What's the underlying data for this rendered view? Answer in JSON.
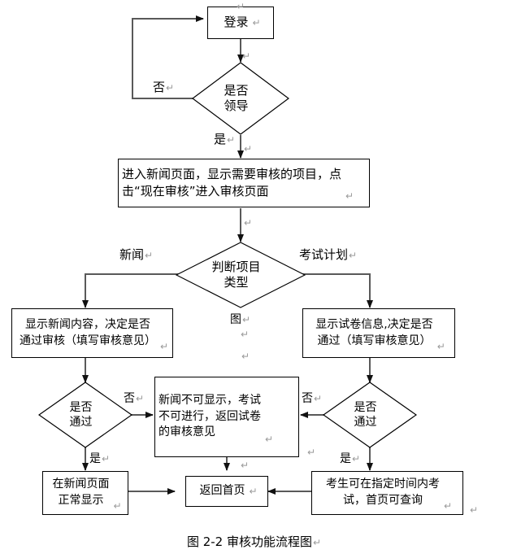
{
  "figure": {
    "caption": "图 2-2  审核功能流程图",
    "caption_pilcrow": "↵",
    "type": "flowchart",
    "language": "zh-CN",
    "colors": {
      "stroke": "#000000",
      "connector": "#595959",
      "text": "#000000",
      "pilcrow": "#9a9a9a",
      "background": "#ffffff"
    }
  },
  "nodes": {
    "login": {
      "label": "登录",
      "shape": "process",
      "pilcrow": "↵"
    },
    "is_leader": {
      "label": "是否\n领导",
      "shape": "decision",
      "pilcrow": "↵"
    },
    "enter_news_page": {
      "label": "进入新闻页面，显示需要审核的项目，点\n击“现在审核”进入审核页面",
      "shape": "process",
      "pilcrow": "↵"
    },
    "judge_type": {
      "label": "判断项目\n类型",
      "shape": "decision",
      "pilcrow": "↵"
    },
    "show_news": {
      "label": "显示新闻内容，决定是否\n通过审核（填写审核意见）",
      "shape": "process",
      "pilcrow": "↵"
    },
    "show_exam": {
      "label": "显示试卷信息,决定是否\n通过（填写审核意见）",
      "shape": "process",
      "pilcrow": "↵"
    },
    "news_pass": {
      "label": "是否\n通过",
      "shape": "decision",
      "pilcrow": "↵"
    },
    "exam_pass": {
      "label": "是否\n通过",
      "shape": "decision",
      "pilcrow": "↵"
    },
    "reject_note": {
      "label": "新闻不可显示，考试\n不可进行，返回试卷\n的审核意见",
      "shape": "process",
      "pilcrow": "↵"
    },
    "news_normal": {
      "label": "在新闻页面\n正常显示",
      "shape": "process",
      "pilcrow": "↵"
    },
    "back_home": {
      "label": "返回首页",
      "shape": "process",
      "pilcrow": "↵"
    },
    "exam_ok": {
      "label": "考生可在指定时间内考\n试，首页可查询",
      "shape": "process",
      "pilcrow": "↵"
    }
  },
  "edge_labels": {
    "leader_no": {
      "text": "否",
      "pilcrow": "↵"
    },
    "leader_yes": {
      "text": "是",
      "pilcrow": "↵"
    },
    "type_news": {
      "text": "新闻",
      "pilcrow": "↵"
    },
    "type_exam": {
      "text": "考试计划",
      "pilcrow": "↵"
    },
    "news_no": {
      "text": "否",
      "pilcrow": "↵"
    },
    "news_yes": {
      "text": "是",
      "pilcrow": "↵"
    },
    "exam_no": {
      "text": "否",
      "pilcrow": "↵"
    },
    "exam_yes": {
      "text": "是",
      "pilcrow": "↵"
    }
  },
  "stray_marks": {
    "center_tu": {
      "text": "图",
      "pilcrow": "↵"
    },
    "pilcrow_1": "↵",
    "pilcrow_2": "↵",
    "pilcrow_top": "↵",
    "pilcrow_under_login": "↵",
    "pilcrow_under_leader": "↵",
    "pilcrow_right_edge": "↵",
    "pilcrow_mid_left": "↵",
    "pilcrow_mid_right": "↵",
    "pilcrow_bottom_center": "↵"
  }
}
